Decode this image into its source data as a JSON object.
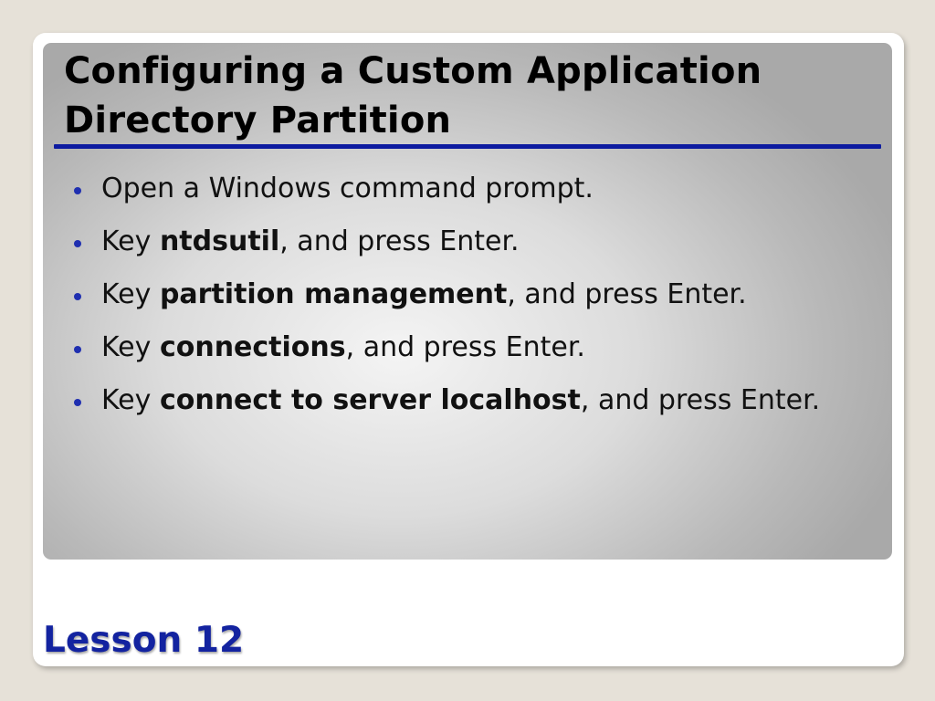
{
  "slide": {
    "title": "Configuring a Custom Application Directory Partition",
    "footer_label": "Lesson 12",
    "bullets": [
      {
        "prefix": "Open a Windows command prompt.",
        "bold": "",
        "suffix": ""
      },
      {
        "prefix": "Key ",
        "bold": "ntdsutil",
        "suffix": ", and press Enter."
      },
      {
        "prefix": "Key ",
        "bold": "partition management",
        "suffix": ", and press Enter."
      },
      {
        "prefix": "Key ",
        "bold": "connections",
        "suffix": ", and press Enter."
      },
      {
        "prefix": "Key ",
        "bold": "connect to server localhost",
        "suffix": ", and press Enter."
      }
    ]
  },
  "colors": {
    "background": "#e6e1d8",
    "title_rule": "#0d1ba0",
    "bullet": "#1f2fb0",
    "footer_text": "#1323a0"
  }
}
